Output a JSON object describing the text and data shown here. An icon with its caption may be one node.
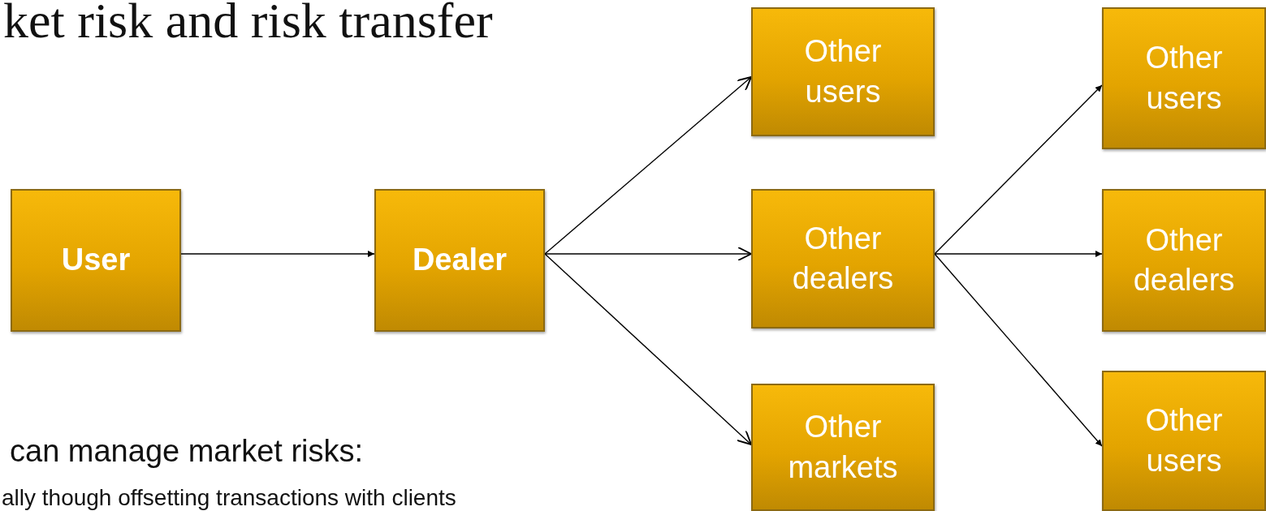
{
  "diagram": {
    "title": "ket risk and risk transfer",
    "nodes": [
      {
        "text": [
          "User"
        ]
      },
      {
        "text": [
          "Dealer"
        ]
      },
      {
        "text": [
          "Other users"
        ]
      },
      {
        "text": [
          "Other dealers"
        ]
      },
      {
        "text": [
          "Other markets"
        ]
      },
      {
        "text": [
          "Other users"
        ]
      },
      {
        "text": [
          "Other dealers"
        ]
      },
      {
        "text": [
          "Other users"
        ]
      }
    ],
    "edges": [
      {
        "from": 0,
        "to": 1,
        "arrow": "to"
      },
      {
        "from": 1,
        "to": 2,
        "arrow": "to"
      },
      {
        "from": 1,
        "to": 3,
        "arrow": "to"
      },
      {
        "from": 1,
        "to": 4,
        "arrow": "to"
      },
      {
        "from": 3,
        "to": 5,
        "arrow": "to"
      },
      {
        "from": 3,
        "to": 6,
        "arrow": "to"
      },
      {
        "from": 3,
        "to": 7,
        "arrow": "to"
      }
    ],
    "labels": [
      "can manage market risks:",
      "ally though offsetting transactions with clients"
    ]
  }
}
